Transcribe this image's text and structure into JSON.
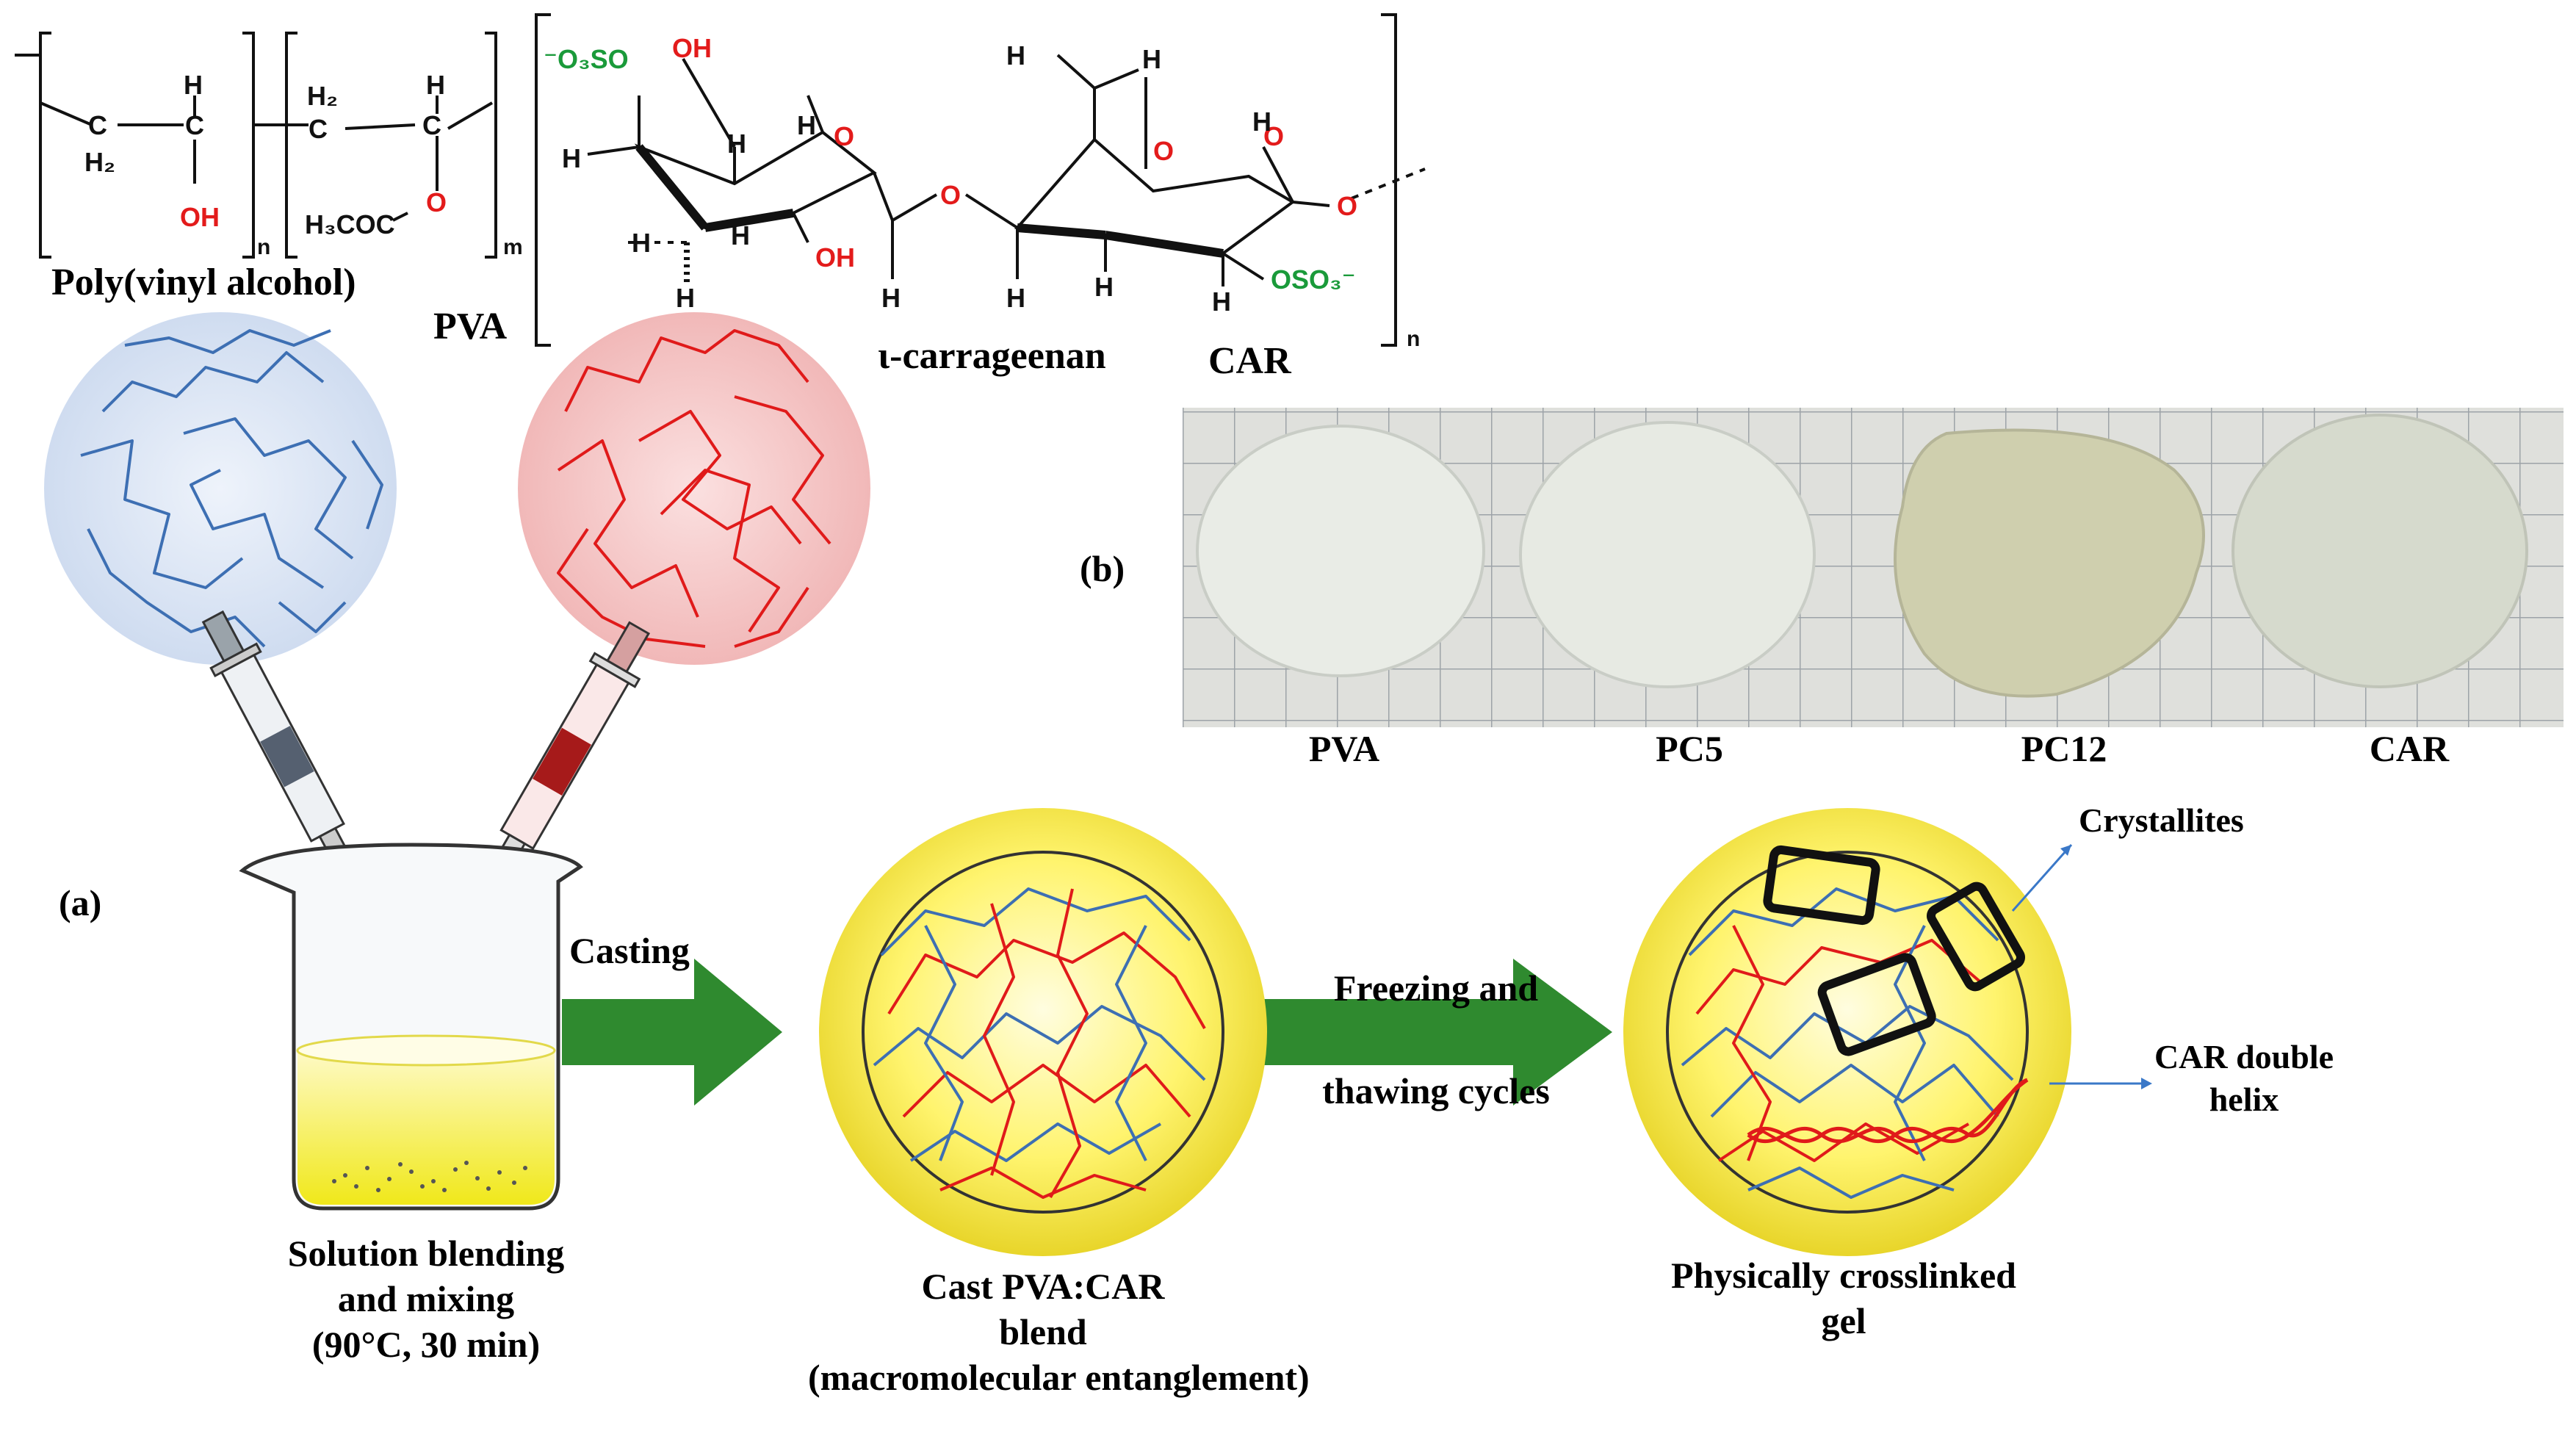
{
  "structures": {
    "pva": {
      "unit1": {
        "c1": "C",
        "h2": "H₂",
        "c2": "C",
        "h": "H",
        "oh": "OH",
        "n": "n"
      },
      "unit2": {
        "h2": "H₂",
        "c1": "C",
        "c2": "C",
        "h": "H",
        "o": "O",
        "acetate": "H₃COC",
        "m": "m"
      },
      "name": "Poly(vinyl alcohol)",
      "abbr": "PVA"
    },
    "car": {
      "sulfate1": "⁻O₃SO",
      "oh1": "OH",
      "oh2": "OH",
      "sulfate2": "OSO₃⁻",
      "ring_o1": "O",
      "ring_o2": "O",
      "ring_o3": "O",
      "bridge_o": "O",
      "end_o": "O",
      "h": "H",
      "n": "n",
      "name": "ι-carrageenan",
      "abbr": "CAR"
    }
  },
  "panel_b": {
    "label": "(b)",
    "samples": [
      "PVA",
      "PC5",
      "PC12",
      "CAR"
    ],
    "sample_colors": [
      "#e9ece6",
      "#e7eae3",
      "#cfcfae",
      "#d6dacd"
    ]
  },
  "panel_a": {
    "label": "(a)",
    "step1": [
      "Solution blending",
      "and mixing",
      "(90°C, 30 min)"
    ],
    "arrow1": "Casting",
    "step2": [
      "Cast PVA:CAR",
      "blend",
      "(macromolecular entanglement)"
    ],
    "arrow2": [
      "Freezing and",
      "thawing cycles"
    ],
    "step3": [
      "Physically crosslinked",
      "gel"
    ],
    "callout1": "Crystallites",
    "callout2": [
      "CAR double",
      "helix"
    ]
  },
  "colors": {
    "pva_chain": "#3d6fb3",
    "car_chain": "#e01a1a",
    "arrow": "#2f8a2f",
    "gel": "#fff36a",
    "callout_line": "#3a78c8"
  }
}
